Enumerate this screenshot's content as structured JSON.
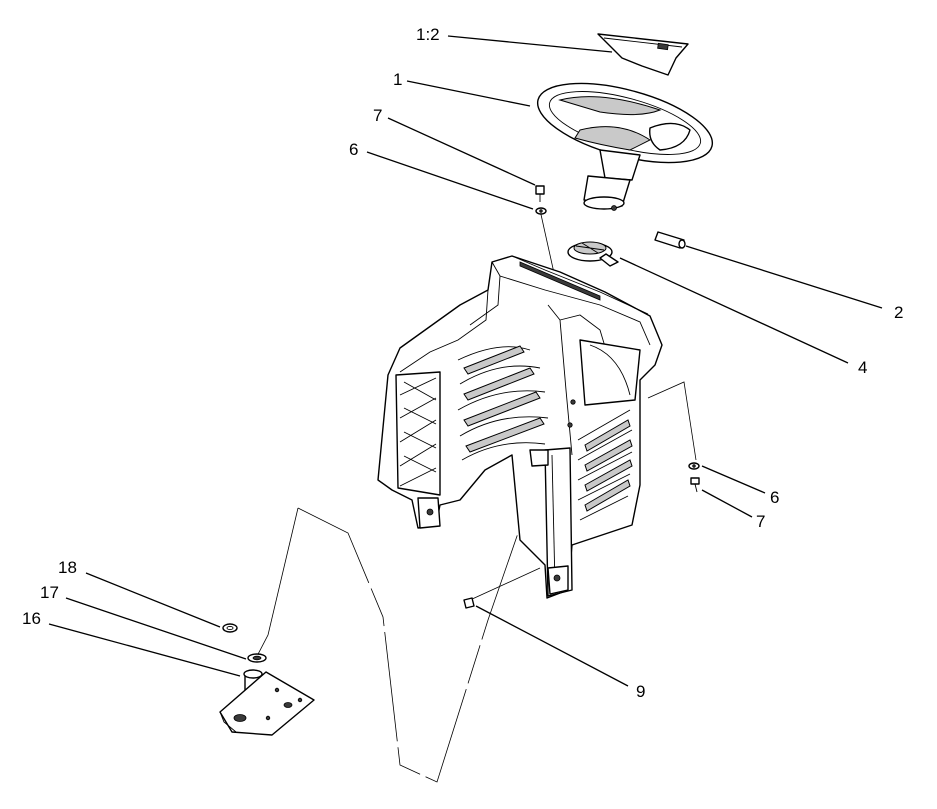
{
  "callouts": {
    "c1_2": "1:2",
    "c1": "1",
    "c7_top": "7",
    "c6_top": "6",
    "c2": "2",
    "c4": "4",
    "c6_right": "6",
    "c7_right": "7",
    "c18": "18",
    "c17": "17",
    "c16": "16",
    "c9": "9"
  }
}
